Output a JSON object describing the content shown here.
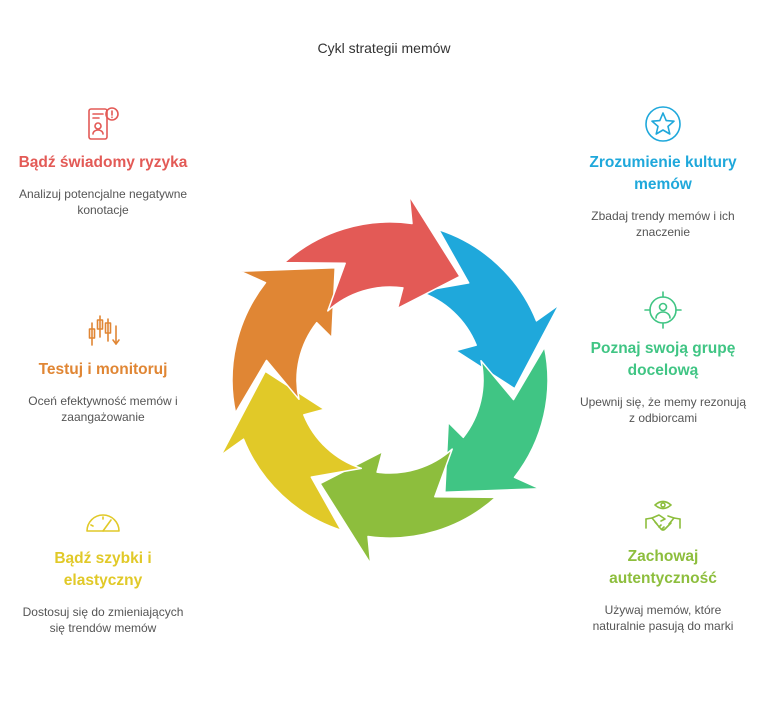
{
  "title": "Cykl strategii memów",
  "colors": {
    "red": "#E35A56",
    "blue": "#1FA8DB",
    "green": "#40C584",
    "lime": "#8DBE3D",
    "yellow": "#E1C928",
    "orange": "#E08634"
  },
  "steps": {
    "culture": {
      "title": "Zrozumienie kultury memów",
      "desc": "Zbadaj trendy memów i ich znaczenie",
      "icon": "star-icon"
    },
    "audience": {
      "title": "Poznaj swoją grupę docelową",
      "desc": "Upewnij się, że memy rezonują z odbiorcami",
      "icon": "target-person-icon"
    },
    "authentic": {
      "title": "Zachowaj autentyczność",
      "desc": "Używaj memów, które naturalnie pasują do marki",
      "icon": "handshake-eye-icon"
    },
    "fast": {
      "title": "Bądź szybki i elastyczny",
      "desc": "Dostosuj się do zmieniających się trendów memów",
      "icon": "speedometer-icon"
    },
    "test": {
      "title": "Testuj i monitoruj",
      "desc": "Oceń efektywność memów i zaangażowanie",
      "icon": "candlestick-chart-icon"
    },
    "risk": {
      "title": "Bądź świadomy ryzyka",
      "desc": "Analizuj potencjalne negatywne konotacje",
      "icon": "phone-alert-icon"
    }
  }
}
